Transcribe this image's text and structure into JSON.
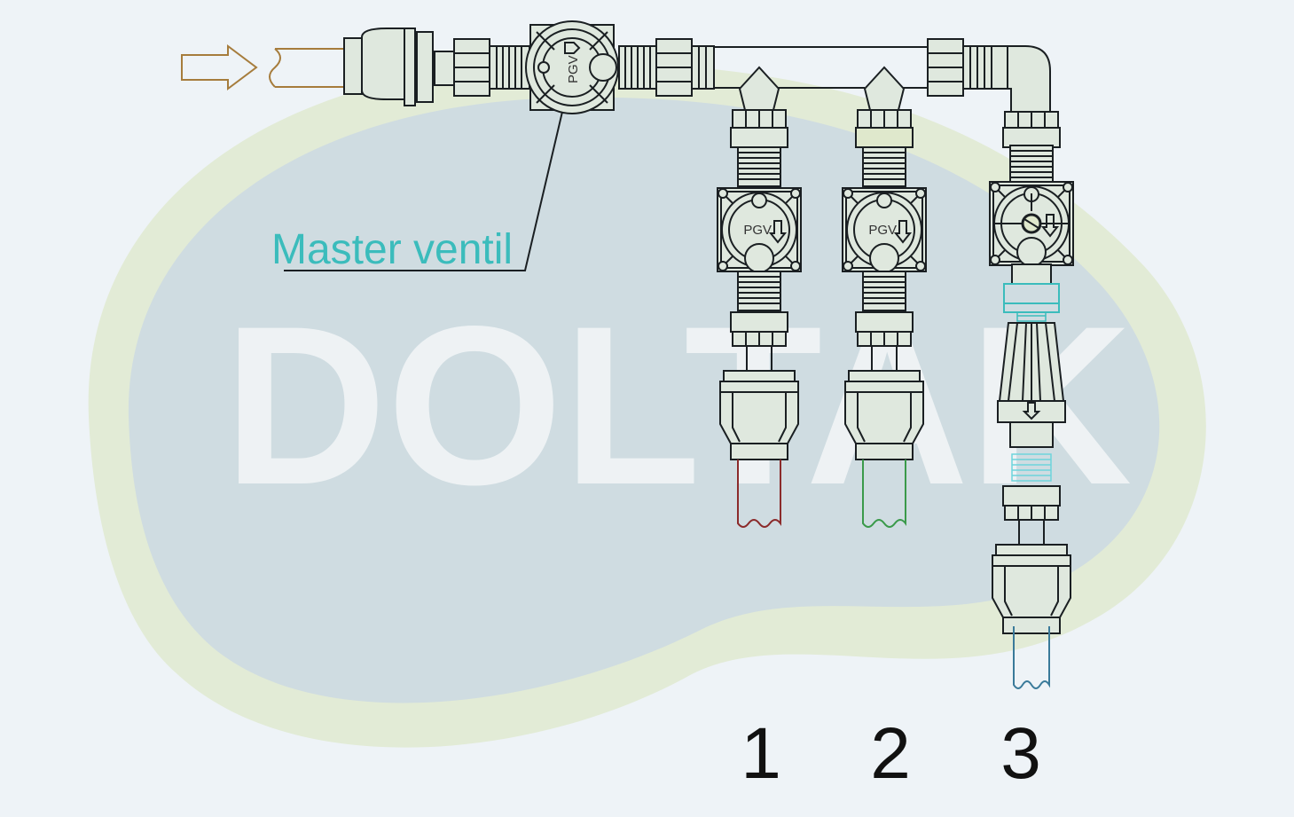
{
  "watermark": "DOLTAK",
  "master_valve": {
    "label": "Master ventil",
    "valve_text": "PGV"
  },
  "zones": [
    {
      "number": "1",
      "valve_text": "PGV",
      "pipe_color": "#8b2a2a"
    },
    {
      "number": "2",
      "valve_text": "PGV",
      "pipe_color": "#3a9a4a"
    },
    {
      "number": "3",
      "valve_text": "",
      "pipe_color": "#3a7a9a"
    }
  ],
  "colors": {
    "background": "#eef3f7",
    "blob_outer": "#e2ebd6",
    "blob_inner": "#cfdce1",
    "label": "#3bbcbc",
    "inlet": "#a67c3c",
    "filter": "#3bbcbc"
  }
}
